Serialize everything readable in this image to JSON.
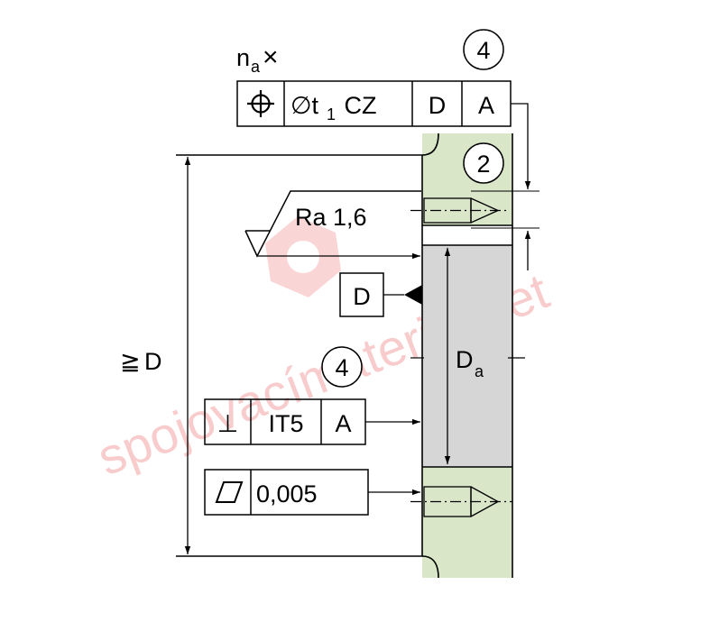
{
  "watermark": {
    "text": "spojovacímateriál.net",
    "color": "#f3a3a3"
  },
  "colors": {
    "green_fill": "#d9e6c8",
    "grey_fill": "#d6d6d6",
    "line": "#000000"
  },
  "top_fcf": {
    "multiplier": "n",
    "multiplier_sub": "a",
    "multiplier_times": "×",
    "symbol": "position-symbol",
    "tol_prefix": "∅t",
    "tol_sub": "1",
    "tol_suffix": " CZ",
    "datum1": "D",
    "datum2": "A"
  },
  "balloon_top": "4",
  "balloon_mid_right": "2",
  "roughness": {
    "label": "Ra 1,6"
  },
  "datum_flag": {
    "letter": "D"
  },
  "balloon_mid_left": "4",
  "perp_fcf": {
    "symbol": "⊥",
    "tolerance": "IT5",
    "datum": "A"
  },
  "flat_fcf": {
    "symbol": "flatness-symbol",
    "tolerance": "0,005"
  },
  "dim_height": {
    "prefix": "≧",
    "label": "D"
  },
  "dim_da": {
    "label": "D",
    "sub": "a"
  }
}
